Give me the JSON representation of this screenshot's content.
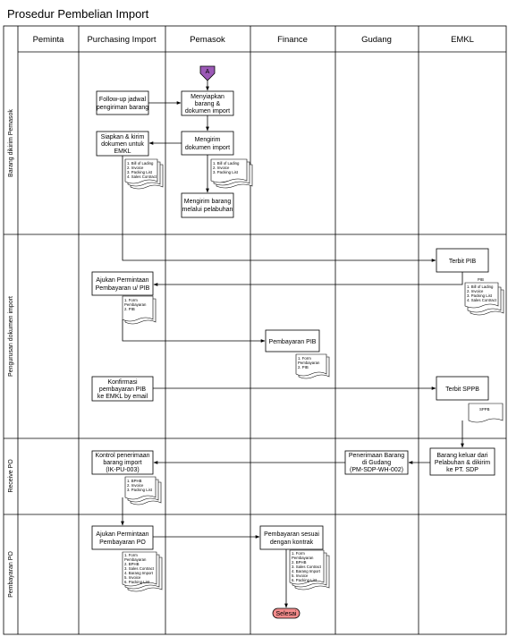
{
  "title": "Prosedur Pembelian Import",
  "lanes": [
    "Peminta",
    "Purchasing Import",
    "Pemasok",
    "Finance",
    "Gudang",
    "EMKL"
  ],
  "phases": [
    "Barang dikirim Pemasok",
    "Pengurusan dokumen import",
    "Receive PO",
    "Pembayaran PO"
  ],
  "connector": "A",
  "steps": {
    "followup": [
      "Follow-up jadwal",
      "pengiriman barang"
    ],
    "menyiapkan": [
      "Menyiapkan",
      "barang &",
      "dokumen import"
    ],
    "siapkan_kirim": [
      "Siapkan & kirim",
      "dokumen untuk",
      "EMKL"
    ],
    "mengirim_dok": [
      "Mengirim",
      "dokumen import"
    ],
    "mengirim_barang": [
      "Mengirim barang",
      "melalui pelabuhan"
    ],
    "terbit_pib": [
      "Terbit PIB"
    ],
    "ajukan_pib": [
      "Ajukan Permintaan",
      "Pembayaran u/ PIB"
    ],
    "pembayaran_pib": [
      "Pembayaran PIB"
    ],
    "konfirmasi": [
      "Konfirmasi",
      "pembayaran PIB",
      "ke EMKL by email"
    ],
    "terbit_sppb": [
      "Terbit SPPB"
    ],
    "kontrol": [
      "Kontrol penerimaan",
      "barang import",
      "(IK-PU-003)"
    ],
    "penerimaan": [
      "Penerimaan Barang",
      "di Gudang",
      "(PM-SDP-WH-002)"
    ],
    "barang_keluar": [
      "Barang keluar dari",
      "Pelabuhan & dikirim",
      "ke PT. SDP"
    ],
    "ajukan_po": [
      "Ajukan Permintaan",
      "Pembayaran PO"
    ],
    "pembayaran_kontrak": [
      "Pembayaran sesuai",
      "dengan kontrak"
    ],
    "selesai": [
      "Selesai"
    ]
  },
  "documents": {
    "pemasok_docs": [
      "1. Bill of Lading",
      "2. Invoice",
      "3. Packing List"
    ],
    "purchasing_docs": [
      "1. Bill of Lading",
      "2. Invoice",
      "3. Packing List",
      "4. Sales Contract"
    ],
    "emkl_docs_title": "PIB",
    "emkl_docs": [
      "1. Bill of Lading",
      "2. Invoice",
      "3. Packing List",
      "4. Sales Contract"
    ],
    "pib_form": [
      "1. Form",
      "Pembayaran",
      "2. PIB"
    ],
    "finance_pib_form": [
      "1. Form",
      "Pembayaran",
      "2. PIB"
    ],
    "sppb_doc": [
      "SPPB"
    ],
    "receive_docs": [
      "1. BPHB",
      "2. Invoice",
      "3. Packing List"
    ],
    "po_form": [
      "1. Form",
      "Pembayaran",
      "2. BPHB",
      "3. Sales Contract",
      "4. Barang Import",
      "5. Invoice",
      "6. Packing List"
    ],
    "finance_po_docs": [
      "1. Form",
      "Pembayaran",
      "2. BPHB",
      "3. Sales Contract",
      "4. Barang Import",
      "5. Invoice",
      "6. Packing List"
    ]
  }
}
